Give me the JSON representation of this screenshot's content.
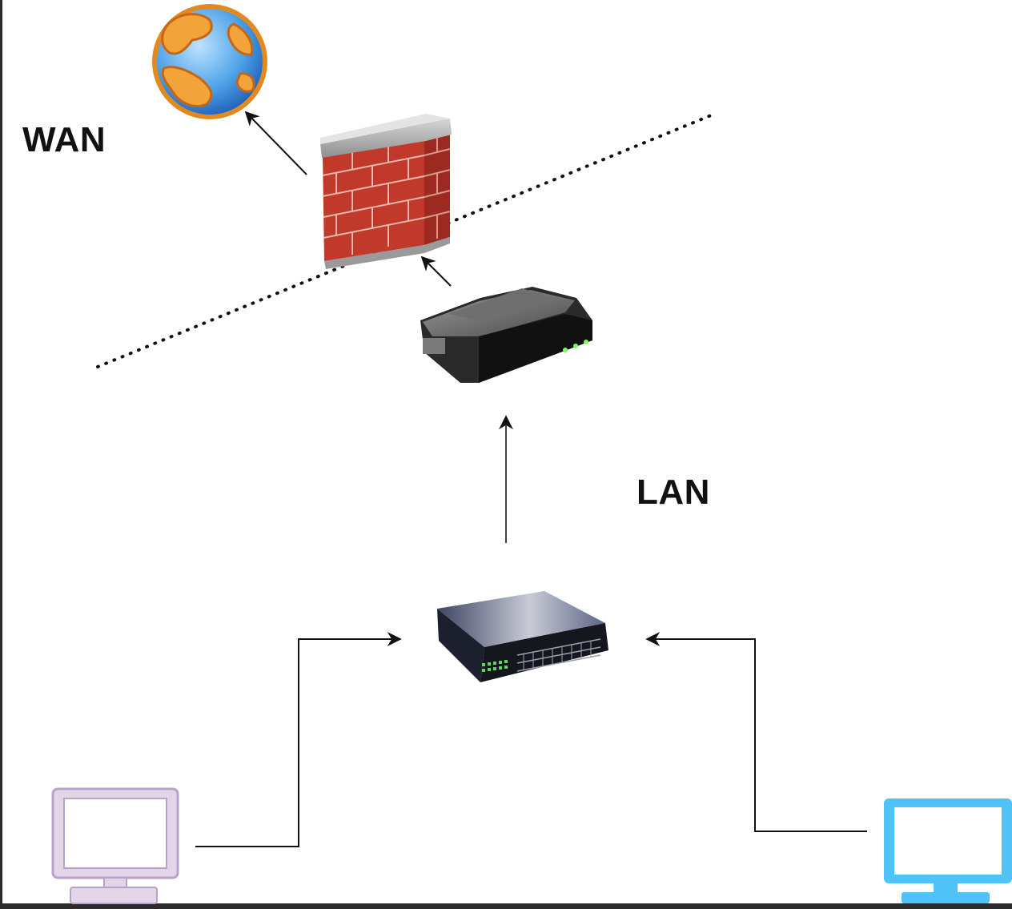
{
  "labels": {
    "wan": "WAN",
    "lan": "LAN"
  },
  "nodes": [
    {
      "id": "internet",
      "icon": "globe-icon"
    },
    {
      "id": "firewall",
      "icon": "brick-firewall-icon"
    },
    {
      "id": "router",
      "icon": "router-icon"
    },
    {
      "id": "switch",
      "icon": "network-switch-icon"
    },
    {
      "id": "workstation-left",
      "icon": "monitor-icon",
      "color": "#e1d5e7"
    },
    {
      "id": "workstation-right",
      "icon": "monitor-icon",
      "color": "#4fc3f7"
    }
  ],
  "edges": [
    {
      "from": "firewall",
      "to": "internet"
    },
    {
      "from": "router",
      "to": "firewall"
    },
    {
      "from": "switch",
      "to": "router"
    },
    {
      "from": "workstation-left",
      "to": "switch"
    },
    {
      "from": "workstation-right",
      "to": "switch"
    }
  ],
  "boundary": {
    "style": "dotted",
    "separates": [
      "WAN",
      "LAN"
    ]
  },
  "colors": {
    "background": "#ffffff",
    "edge": "#111111",
    "boundary": "#111111",
    "monitor_left": "#e1d5e7",
    "monitor_left_border": "#b7a3c9",
    "monitor_right": "#4fc3f7",
    "brick": "#c0392b"
  }
}
